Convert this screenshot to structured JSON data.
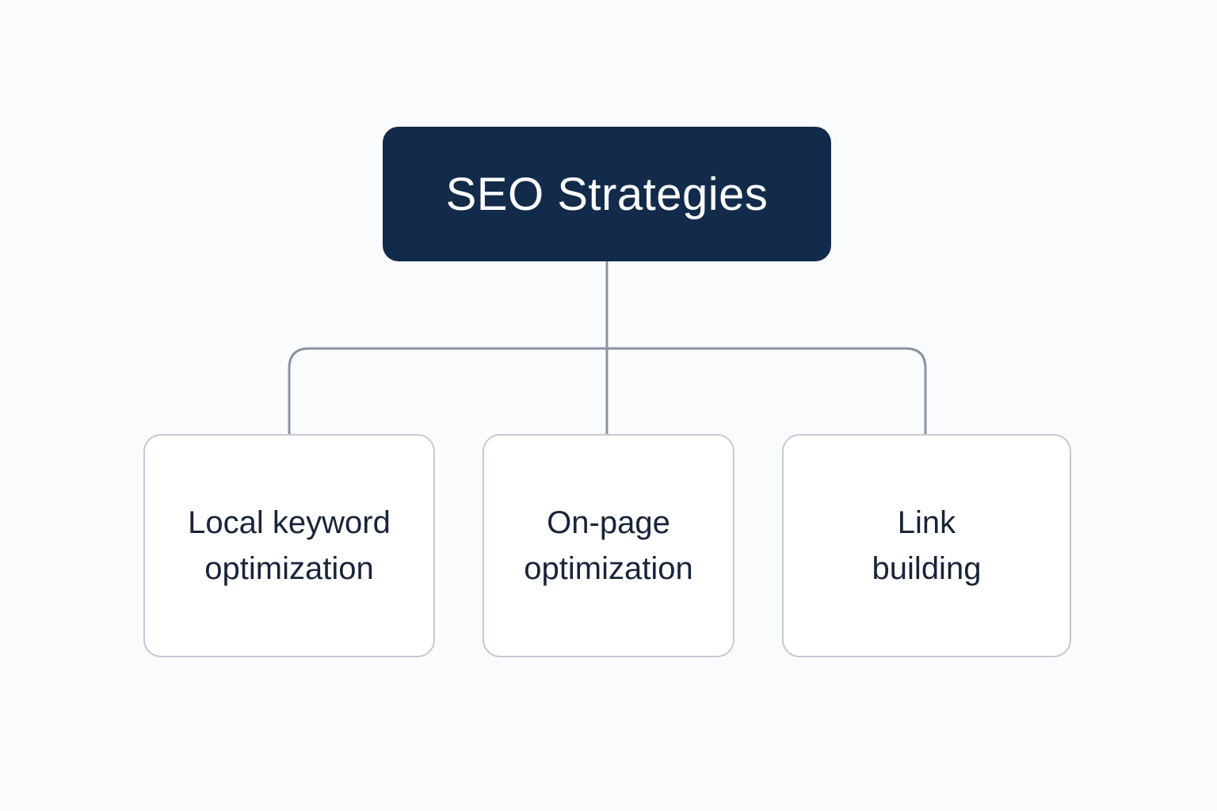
{
  "colors": {
    "background": "#fafbfc",
    "root_fill": "#132b4b",
    "root_text": "#ffffff",
    "child_border": "#c4c9d2",
    "child_text": "#18243a",
    "connector": "#8a94a6"
  },
  "diagram": {
    "root": {
      "label": "SEO Strategies"
    },
    "children": [
      {
        "label": "Local keyword\noptimization"
      },
      {
        "label": "On-page\noptimization"
      },
      {
        "label": "Link\nbuilding"
      }
    ]
  }
}
